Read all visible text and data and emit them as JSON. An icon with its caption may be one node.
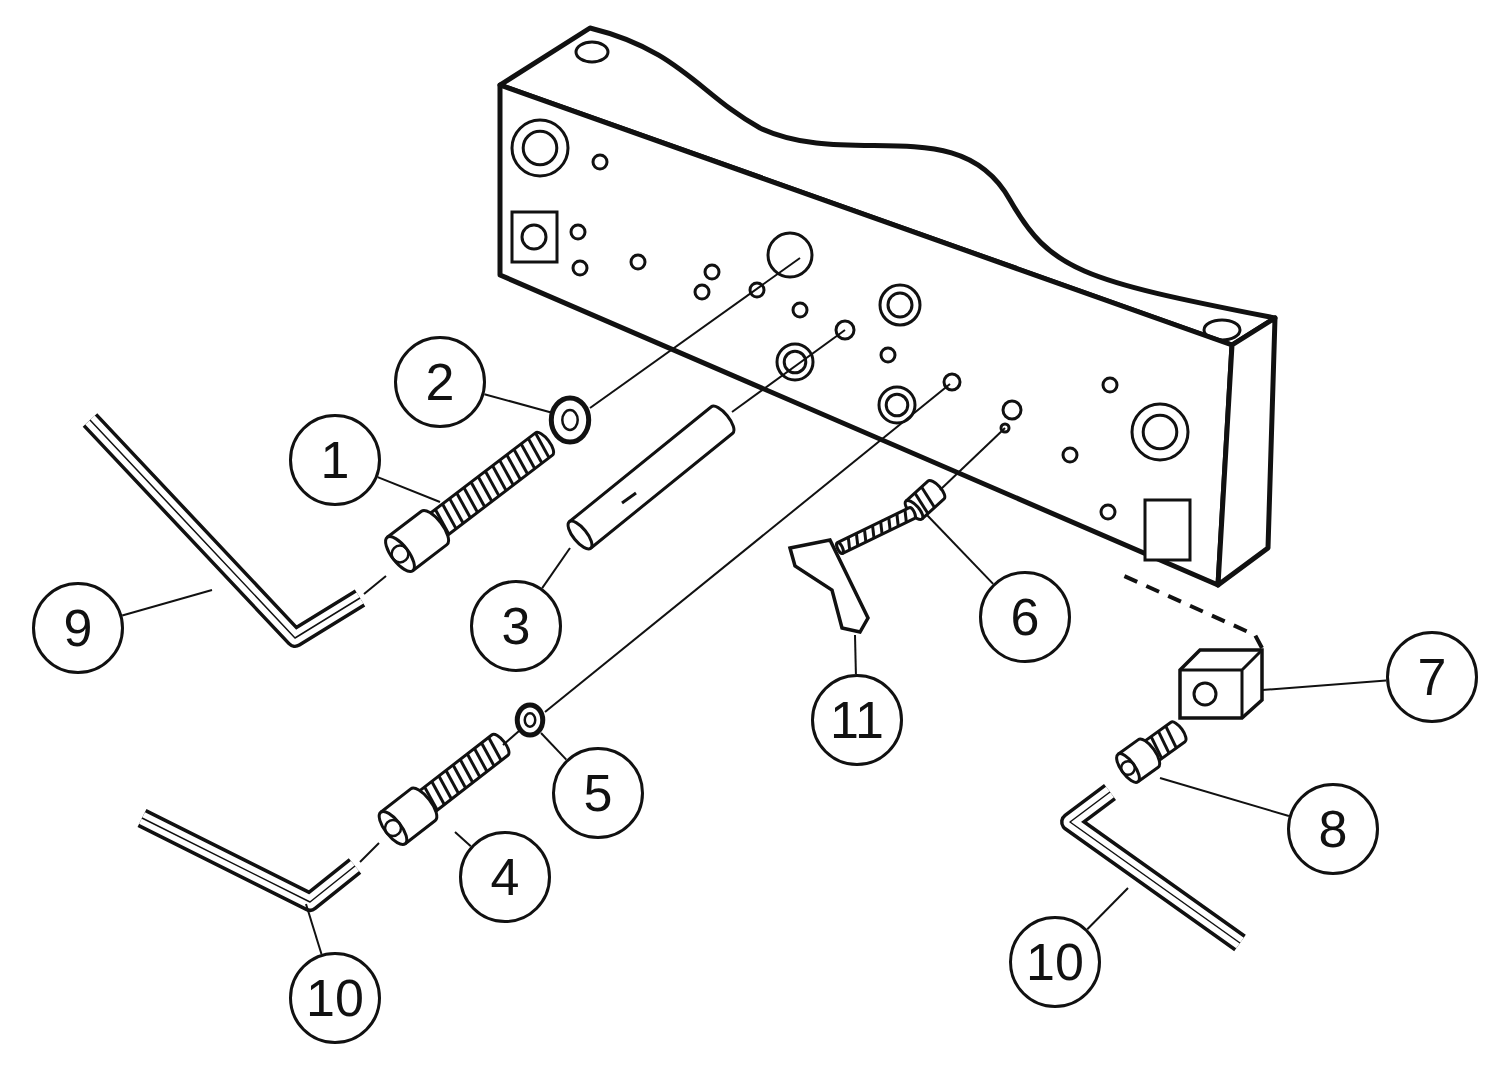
{
  "diagram": {
    "nodes": [
      {
        "text": [
          "1"
        ]
      },
      {
        "text": [
          "2"
        ]
      },
      {
        "text": [
          "3"
        ]
      },
      {
        "text": [
          "4"
        ]
      },
      {
        "text": [
          "5"
        ]
      },
      {
        "text": [
          "6"
        ]
      },
      {
        "text": [
          "7"
        ]
      },
      {
        "text": [
          "8"
        ]
      },
      {
        "text": [
          "9"
        ]
      },
      {
        "text": [
          "10"
        ]
      },
      {
        "text": [
          "10"
        ]
      },
      {
        "text": [
          "11"
        ]
      },
      {
        "text": [],
        "shape": "picture"
      },
      {
        "text": [],
        "shape": "picture"
      },
      {
        "text": [],
        "shape": "picture"
      },
      {
        "text": [],
        "shape": "picture"
      },
      {
        "text": [],
        "shape": "picture"
      },
      {
        "text": [],
        "shape": "picture"
      },
      {
        "text": [],
        "shape": "picture"
      },
      {
        "text": [],
        "shape": "picture"
      },
      {
        "text": [],
        "shape": "picture"
      },
      {
        "text": [],
        "shape": "picture"
      },
      {
        "text": [],
        "shape": "picture"
      },
      {
        "text": [],
        "shape": "picture"
      },
      {
        "text": [],
        "shape": "picture"
      }
    ],
    "edges": [
      {
        "from": 0,
        "to": 12,
        "arrow": "none"
      },
      {
        "from": 1,
        "to": 13,
        "arrow": "none"
      },
      {
        "from": 2,
        "to": 14,
        "arrow": "none"
      },
      {
        "from": 3,
        "to": 15,
        "arrow": "none"
      },
      {
        "from": 4,
        "to": 16,
        "arrow": "none"
      },
      {
        "from": 5,
        "to": 17,
        "arrow": "none"
      },
      {
        "from": 6,
        "to": 18,
        "arrow": "none"
      },
      {
        "from": 7,
        "to": 19,
        "arrow": "none"
      },
      {
        "from": 8,
        "to": 20,
        "arrow": "none"
      },
      {
        "from": 9,
        "to": 21,
        "arrow": "none"
      },
      {
        "from": 10,
        "to": 22,
        "arrow": "none"
      },
      {
        "from": 11,
        "to": 23,
        "arrow": "none"
      },
      {
        "from": 20,
        "to": 12,
        "arrow": "none"
      },
      {
        "from": 13,
        "to": 24,
        "arrow": "none"
      },
      {
        "from": 14,
        "to": 24,
        "arrow": "none"
      },
      {
        "from": 21,
        "to": 15,
        "arrow": "none"
      },
      {
        "from": 15,
        "to": 16,
        "arrow": "none"
      },
      {
        "from": 16,
        "to": 24,
        "arrow": "none"
      },
      {
        "from": 17,
        "to": 24,
        "arrow": "none"
      },
      {
        "from": 18,
        "to": 24,
        "arrow": "none",
        "style": "dashed"
      }
    ]
  }
}
